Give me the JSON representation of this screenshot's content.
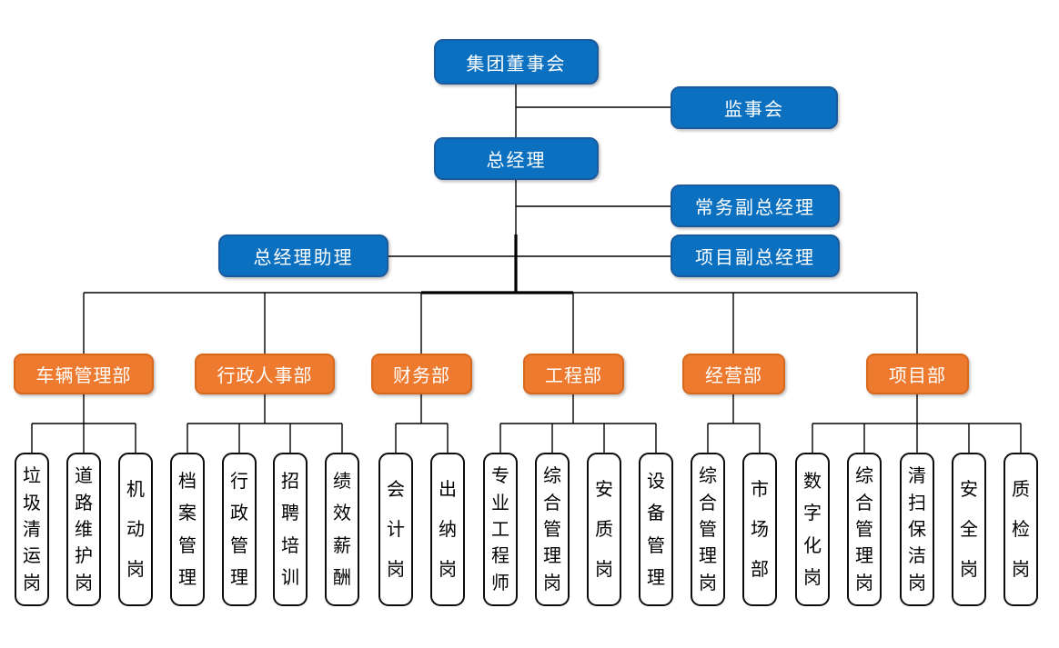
{
  "chart": {
    "type": "org-chart",
    "executive": {
      "board": "集团董事会",
      "supervisory_board": "监事会",
      "general_manager": "总经理",
      "executive_deputy_gm": "常务副总经理",
      "gm_assistant": "总经理助理",
      "project_deputy_gm": "项目副总经理"
    },
    "departments": [
      {
        "label": "车辆管理部",
        "positions": [
          "垃圾清运岗",
          "道路维护岗",
          "机动岗"
        ]
      },
      {
        "label": "行政人事部",
        "positions": [
          "档案管理",
          "行政管理",
          "招聘培训",
          "绩效薪酬"
        ]
      },
      {
        "label": "财务部",
        "positions": [
          "会计岗",
          "出纳岗"
        ]
      },
      {
        "label": "工程部",
        "positions": [
          "专业工程师",
          "综合管理岗",
          "安质岗",
          "设备管理"
        ]
      },
      {
        "label": "经营部",
        "positions": [
          "综合管理岗",
          "市场部"
        ]
      },
      {
        "label": "项目部",
        "positions": [
          "数字化岗",
          "综合管理岗",
          "清扫保洁岗",
          "安全岗",
          "质检岗"
        ]
      }
    ],
    "colors": {
      "executive_fill": "#0B70C0",
      "executive_border": "#1C5A9E",
      "department_fill": "#ED7A2E",
      "department_border": "#D8691C",
      "position_fill": "#FFFFFF",
      "position_border": "#000000",
      "connector": "#000000",
      "text_on_color": "#FFFFFF",
      "text_on_white": "#000000"
    }
  }
}
